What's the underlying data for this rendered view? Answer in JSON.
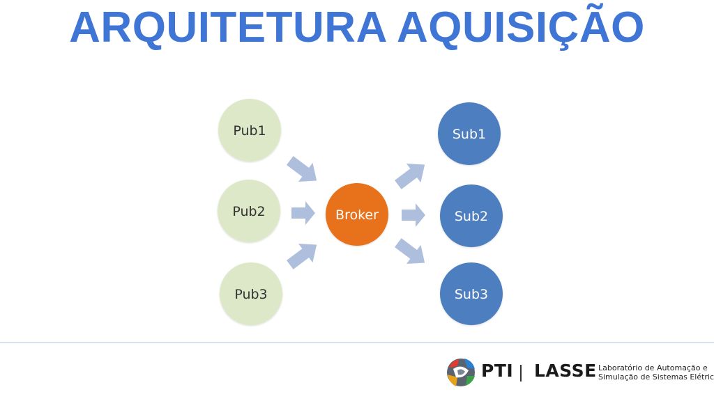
{
  "title": "ARQUITETURA AQUISIÇÃO",
  "diagram": {
    "publishers": [
      "Pub1",
      "Pub2",
      "Pub3"
    ],
    "broker": "Broker",
    "subscribers": [
      "Sub1",
      "Sub2",
      "Sub3"
    ]
  },
  "footer": {
    "brand_pti": "PTI",
    "brand_lasse": "LASSE",
    "description_line1": "Laboratório de Automação e",
    "description_line2": "Simulação de Sistemas Elétricos"
  },
  "colors": {
    "title": "#3f76d6",
    "publisher_fill": "#dde8c8",
    "broker_fill": "#e8711a",
    "subscriber_fill": "#4d7fc0",
    "arrow": "#aebfdd",
    "footer_line": "#b9cbe6"
  }
}
